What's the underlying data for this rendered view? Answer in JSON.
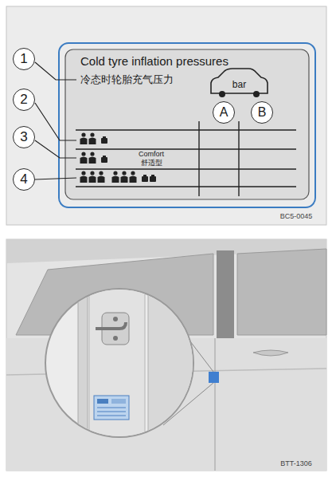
{
  "diagram": {
    "nodes": [
      {
        "text": [
          "Cold tyre inflation pressures",
          "冷态时轮胎充气压力"
        ]
      },
      {
        "text": [
          "A"
        ],
        "in": 0
      },
      {
        "text": [
          "B"
        ],
        "in": 0
      },
      {
        "text": [
          "1"
        ]
      },
      {
        "text": [
          "2"
        ]
      },
      {
        "text": [
          "3"
        ]
      },
      {
        "text": [
          "4"
        ]
      }
    ],
    "labels": [
      "bar",
      "Comfort",
      "舒适型",
      "BC5-0045",
      "BTT-1306"
    ]
  }
}
